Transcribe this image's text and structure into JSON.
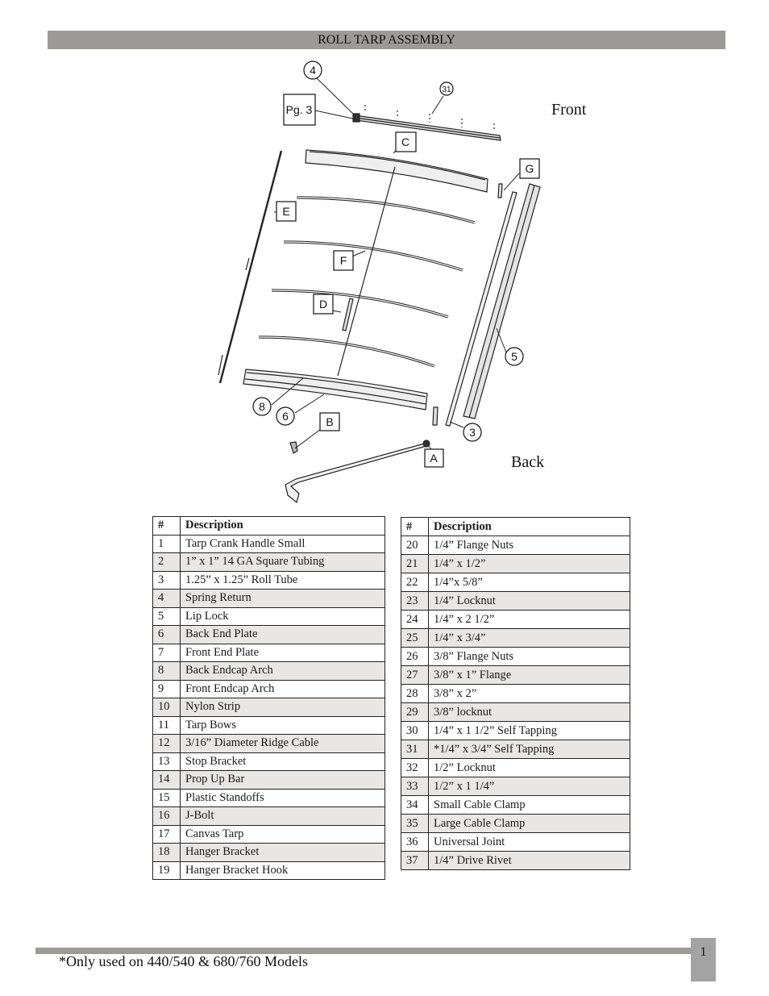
{
  "header": {
    "title": "ROLL TARP ASSEMBLY"
  },
  "diagram": {
    "labels": {
      "front": "Front",
      "back": "Back",
      "page_ref": "Pg. 3",
      "callout_4": "4",
      "callout_31": "31",
      "callout_c": "C",
      "callout_g": "G",
      "callout_e": "E",
      "callout_f": "F",
      "callout_d": "D",
      "callout_5": "5",
      "callout_8": "8",
      "callout_6": "6",
      "callout_b": "B",
      "callout_3": "3",
      "callout_a": "A"
    }
  },
  "parts_table_left": {
    "headers": [
      "#",
      "Description"
    ],
    "rows": [
      [
        "1",
        "Tarp Crank Handle Small"
      ],
      [
        "2",
        "1” x 1” 14 GA Square Tubing"
      ],
      [
        "3",
        "1.25” x 1.25” Roll Tube"
      ],
      [
        "4",
        "Spring Return"
      ],
      [
        "5",
        "Lip Lock"
      ],
      [
        "6",
        "Back End Plate"
      ],
      [
        "7",
        "Front End Plate"
      ],
      [
        "8",
        "Back Endcap Arch"
      ],
      [
        "9",
        "Front Endcap Arch"
      ],
      [
        "10",
        "Nylon Strip"
      ],
      [
        "11",
        "Tarp Bows"
      ],
      [
        "12",
        "3/16” Diameter Ridge Cable"
      ],
      [
        "13",
        "Stop Bracket"
      ],
      [
        "14",
        "Prop Up Bar"
      ],
      [
        "15",
        "Plastic Standoffs"
      ],
      [
        "16",
        "J-Bolt"
      ],
      [
        "17",
        "Canvas Tarp"
      ],
      [
        "18",
        "Hanger Bracket"
      ],
      [
        "19",
        "Hanger Bracket Hook"
      ]
    ]
  },
  "parts_table_right": {
    "headers": [
      "#",
      "Description"
    ],
    "rows": [
      [
        "20",
        "1/4” Flange Nuts"
      ],
      [
        "21",
        "1/4” x 1/2”"
      ],
      [
        "22",
        "1/4”x 5/8”"
      ],
      [
        "23",
        "1/4” Locknut"
      ],
      [
        "24",
        "1/4” x 2 1/2”"
      ],
      [
        "25",
        "1/4” x 3/4”"
      ],
      [
        "26",
        "3/8” Flange Nuts"
      ],
      [
        "27",
        "3/8” x 1” Flange"
      ],
      [
        "28",
        "3/8” x 2”"
      ],
      [
        "29",
        "3/8” locknut"
      ],
      [
        "30",
        "1/4” x 1 1/2” Self Tapping"
      ],
      [
        "31",
        "*1/4” x 3/4” Self Tapping"
      ],
      [
        "32",
        "1/2” Locknut"
      ],
      [
        "33",
        "1/2” x 1 1/4”"
      ],
      [
        "34",
        "Small Cable Clamp"
      ],
      [
        "35",
        "Large Cable Clamp"
      ],
      [
        "36",
        "Universal Joint"
      ],
      [
        "37",
        "1/4” Drive Rivet"
      ]
    ]
  },
  "footer": {
    "footnote": "*Only used on 440/540 & 680/760 Models",
    "page_number": "1"
  }
}
